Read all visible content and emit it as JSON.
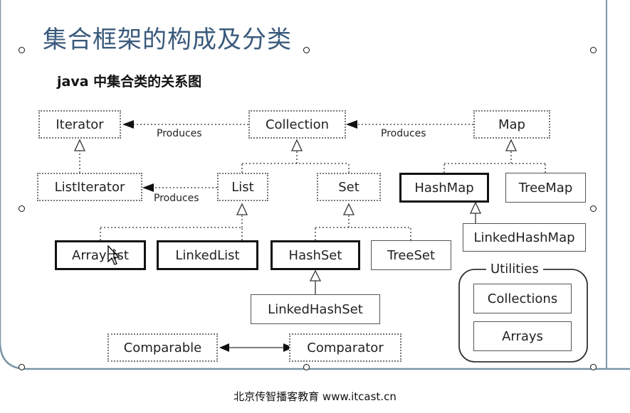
{
  "slide": {
    "title": "集合框架的构成及分类",
    "subtitle": "java 中集合类的关系图",
    "footer": "北京传智播客教育 www.itcast.cn"
  },
  "nodes": {
    "iterator": "Iterator",
    "collection": "Collection",
    "map": "Map",
    "listiterator": "ListIterator",
    "list": "List",
    "set": "Set",
    "hashmap": "HashMap",
    "treemap": "TreeMap",
    "linkedhashmap": "LinkedHashMap",
    "arraylist": "ArrayList",
    "linkedlist": "LinkedList",
    "hashset": "HashSet",
    "treeset": "TreeSet",
    "linkedhashset": "LinkedHashSet",
    "comparable": "Comparable",
    "comparator": "Comparator"
  },
  "edge_labels": {
    "produces_1": "Produces",
    "produces_2": "Produces",
    "produces_3": "Produces"
  },
  "utilities": {
    "label": "Utilities",
    "items": [
      "Collections",
      "Arrays"
    ]
  }
}
